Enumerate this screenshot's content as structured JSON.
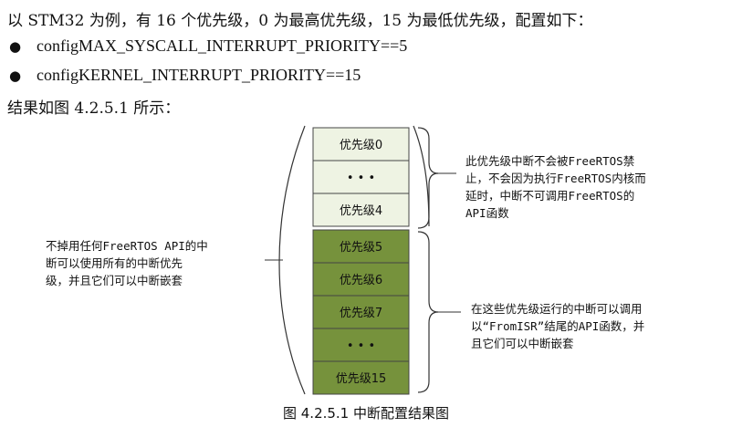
{
  "intro": "以 STM32 为例，有 16 个优先级，0 为最高优先级，15 为最低优先级，配置如下：",
  "config": [
    {
      "bullet": "●",
      "text": "configMAX_SYSCALL_INTERRUPT_PRIORITY==5"
    },
    {
      "bullet": "●",
      "text": "configKERNEL_INTERRUPT_PRIORITY==15"
    }
  ],
  "result_intro": "结果如图 4.2.5.1 所示：",
  "colors": {
    "light": "#eef3e3",
    "dark": "#76923c",
    "border": "#444444"
  },
  "blocks": [
    {
      "label": "优先级0",
      "group": "light"
    },
    {
      "label": "• • •",
      "group": "light"
    },
    {
      "label": "优先级4",
      "group": "light"
    },
    {
      "label": "优先级5",
      "group": "dark"
    },
    {
      "label": "优先级6",
      "group": "dark"
    },
    {
      "label": "优先级7",
      "group": "dark"
    },
    {
      "label": "• • •",
      "group": "dark"
    },
    {
      "label": "优先级15",
      "group": "dark"
    }
  ],
  "notes": {
    "top": "此优先级中断不会被FreeRTOS禁\n止，不会因为执行FreeRTOS内核而\n延时，中断不可调用FreeRTOS的\nAPI函数",
    "left": "不掉用任何FreeRTOS API的中\n断可以使用所有的中断优先\n级，并且它们可以中断嵌套",
    "bottom": "在这些优先级运行的中断可以调用\n以“FromISR”结尾的API函数，并\n且它们可以中断嵌套"
  },
  "caption": "图 4.2.5.1 中断配置结果图"
}
